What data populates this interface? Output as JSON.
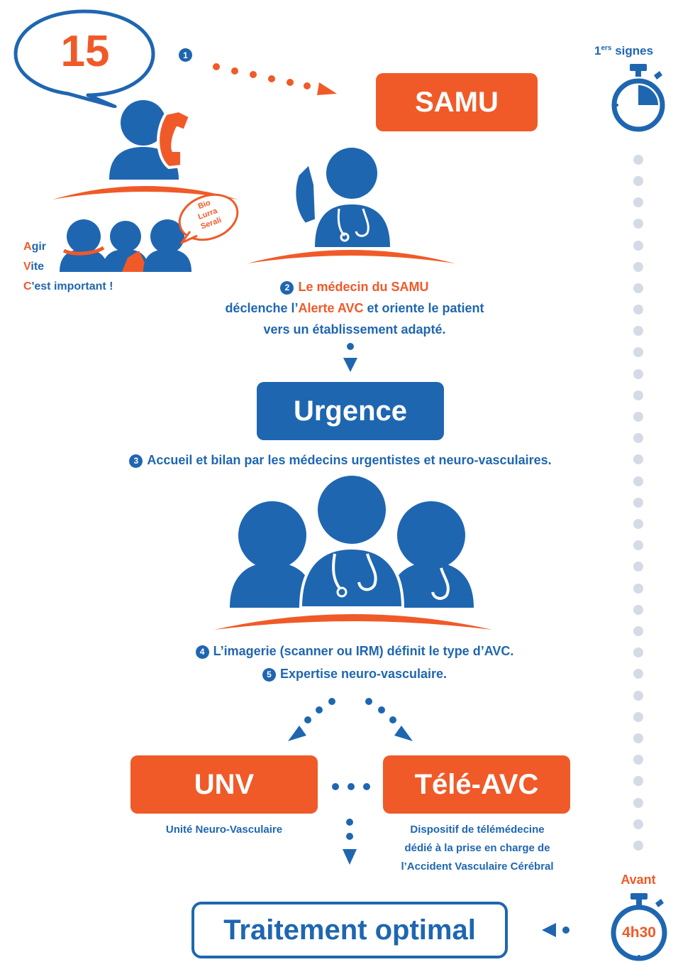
{
  "call": {
    "number": "15",
    "step": "1"
  },
  "samu": {
    "label": "SAMU"
  },
  "fast": {
    "items": [
      {
        "letter": "A",
        "rest": "gir"
      },
      {
        "letter": "V",
        "rest": "ite"
      },
      {
        "letter": "C",
        "rest": "'est important !"
      }
    ],
    "badge_lines": [
      "Bio",
      "Lurra",
      "Serali"
    ]
  },
  "step2": {
    "number": "2",
    "line1": "Le médecin du SAMU",
    "line2_pre": "déclenche l’",
    "line2_highlight": "Alerte AVC",
    "line2_post": " et oriente le patient",
    "line3": "vers un établissement adapté."
  },
  "urgence": {
    "label": "Urgence"
  },
  "step3": {
    "number": "3",
    "text": "Accueil et bilan par les médecins urgentistes et neuro-vasculaires."
  },
  "step4": {
    "number": "4",
    "text": "L’imagerie (scanner ou IRM) définit le type d’AVC."
  },
  "step5": {
    "number": "5",
    "text": "Expertise neuro-vasculaire."
  },
  "unv": {
    "label": "UNV",
    "caption": "Unité Neuro-Vasculaire"
  },
  "teleavc": {
    "label": "Télé-AVC",
    "caption_lines": [
      "Dispositif de télémédecine",
      "dédié à la prise en charge de",
      "l’Accident Vasculaire Cérébral"
    ]
  },
  "traitement": {
    "label": "Traitement optimal"
  },
  "timeline": {
    "start_num": "1",
    "start_sup": "ers",
    "start_rest": " signes",
    "end_label": "Avant",
    "end_time": "4h30"
  },
  "colors": {
    "blue": "#1f66b1",
    "orange": "#f05a28",
    "dot": "#d4dbe7"
  },
  "icons": [
    "stopwatch-icon",
    "phone-icon",
    "person-icon",
    "doctor-icon",
    "stethoscope-icon",
    "speech-bubble-icon",
    "arrow-down-icon",
    "arrow-left-icon"
  ]
}
